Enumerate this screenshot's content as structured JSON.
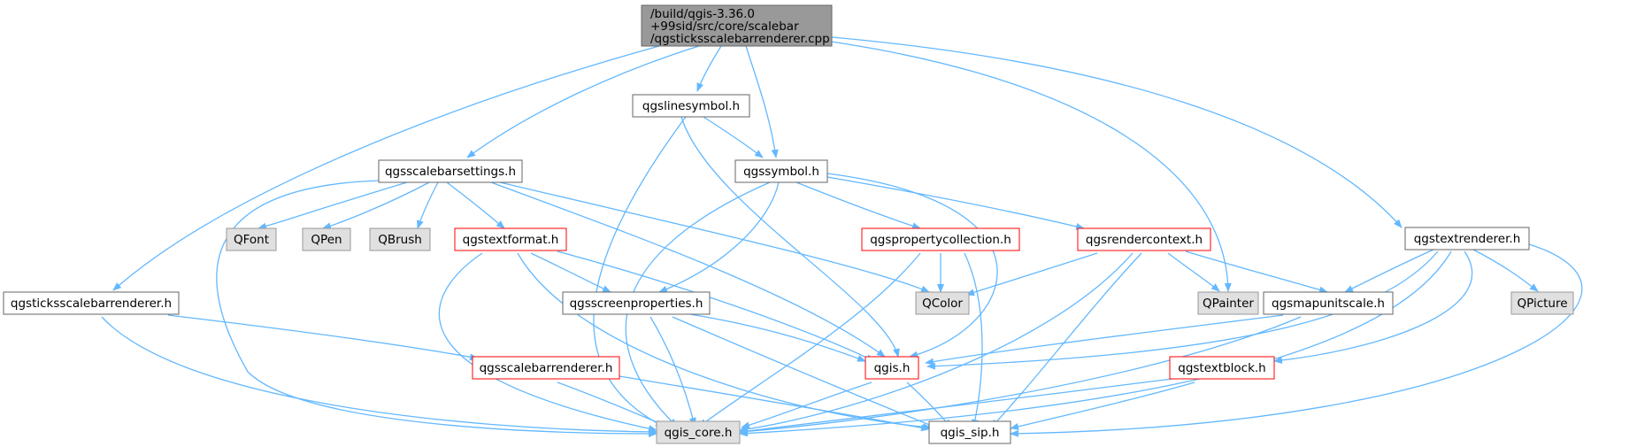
{
  "graph": {
    "root_lines": [
      "/build/qgis-3.36.0",
      "+99sid/src/core/scalebar",
      "/qgsticksscalebarrenderer.cpp"
    ],
    "nodes": {
      "qgslinesymbol": "qgslinesymbol.h",
      "qgsscalebarsettings": "qgsscalebarsettings.h",
      "qgssymbol": "qgssymbol.h",
      "qgstextrenderer": "qgstextrenderer.h",
      "qfont": "QFont",
      "qpen": "QPen",
      "qbrush": "QBrush",
      "qgstextformat": "qgstextformat.h",
      "qgspropertycollection": "qgspropertycollection.h",
      "qgsrendercontext": "qgsrendercontext.h",
      "qgsticksscalebarrenderer": "qgsticksscalebarrenderer.h",
      "qgsscreenproperties": "qgsscreenproperties.h",
      "qcolor": "QColor",
      "qpainter": "QPainter",
      "qgsmapunitscale": "qgsmapunitscale.h",
      "qpicture": "QPicture",
      "qgsscalebarrenderer": "qgsscalebarrenderer.h",
      "qgis": "qgis.h",
      "qgstextblock": "qgstextblock.h",
      "qgis_core": "qgis_core.h",
      "qgis_sip": "qgis_sip.h"
    }
  },
  "colors": {
    "edge": "#63b8ff",
    "root_fill": "#999999",
    "root_border": "#666666",
    "node_fill": "#ffffff",
    "node_border": "#666666",
    "external_fill": "#e0e0e0",
    "external_border": "#999999",
    "highlight_border": "#ff0000"
  }
}
